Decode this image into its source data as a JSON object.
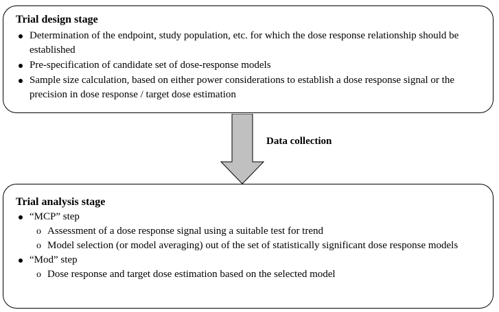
{
  "design_stage": {
    "title": "Trial design stage",
    "bullets": [
      "Determination of the endpoint, study population, etc. for which the dose response relationship should be established",
      "Pre-specification of candidate set of dose-response models",
      "Sample size calculation, based on either power considerations to establish a dose response signal or the precision in dose response / target dose estimation"
    ]
  },
  "connector": {
    "label": "Data collection",
    "arrow_color": "#c0c0c0"
  },
  "analysis_stage": {
    "title": "Trial analysis stage",
    "steps": [
      {
        "label": "“MCP” step",
        "substeps": [
          "Assessment of a dose response signal using a suitable test for trend",
          "Model selection (or model averaging) out of the set of statistically significant dose response models"
        ]
      },
      {
        "label": "“Mod” step",
        "substeps": [
          "Dose response and target dose estimation based on the selected model"
        ]
      }
    ]
  },
  "sub_bullet_marker": "o"
}
